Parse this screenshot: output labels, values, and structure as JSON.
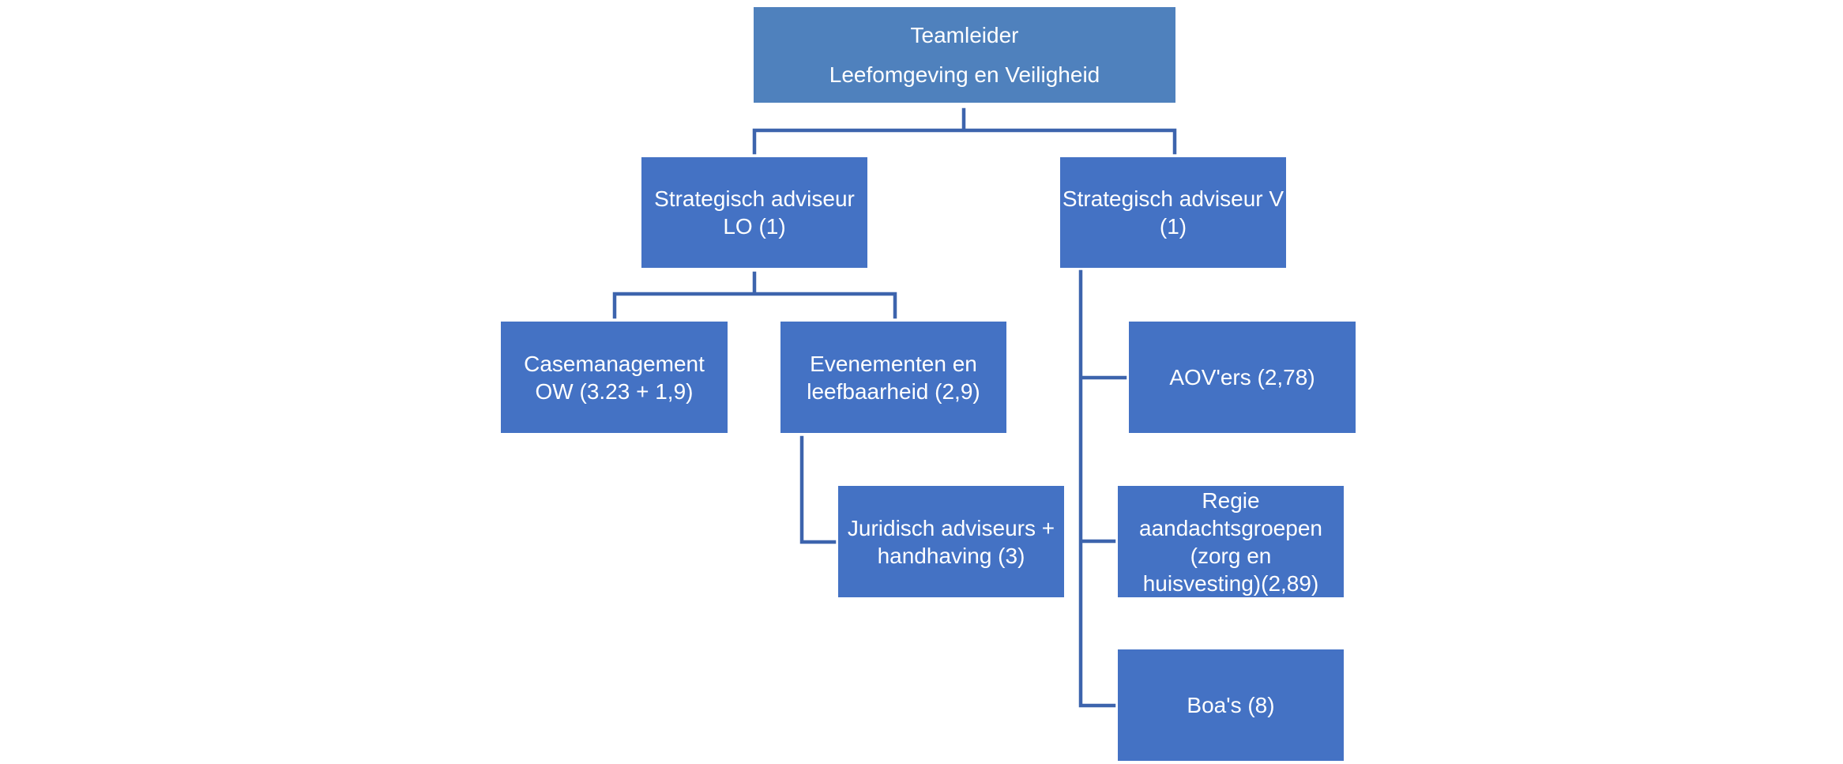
{
  "diagram": {
    "line_color": "#3d64ad",
    "box_color": "#4472c4",
    "top_box_color": "#4f81bd",
    "text_color": "#ffffff",
    "nodes": {
      "top": {
        "line1": "Teamleider",
        "line2": "Leefomgeving en Veiligheid"
      },
      "adviseur_lo": {
        "line1": "Strategisch adviseur",
        "line2": "LO (1)"
      },
      "adviseur_v": {
        "line1": "Strategisch adviseur V",
        "line2": "(1)"
      },
      "casemanagement": {
        "line1": "Casemanagement",
        "line2": "OW (3.23 + 1,9)"
      },
      "evenementen": {
        "line1": "Evenementen en",
        "line2": "leefbaarheid (2,9)"
      },
      "juridisch": {
        "line1": "Juridisch adviseurs +",
        "line2": "handhaving (3)"
      },
      "aov": {
        "line1": "AOV'ers (2,78)"
      },
      "regie": {
        "line1": "Regie",
        "line2": "aandachtsgroepen",
        "line3": "(zorg en",
        "line4": "huisvesting)(2,89)"
      },
      "boa": {
        "line1": "Boa's (8)"
      }
    }
  }
}
